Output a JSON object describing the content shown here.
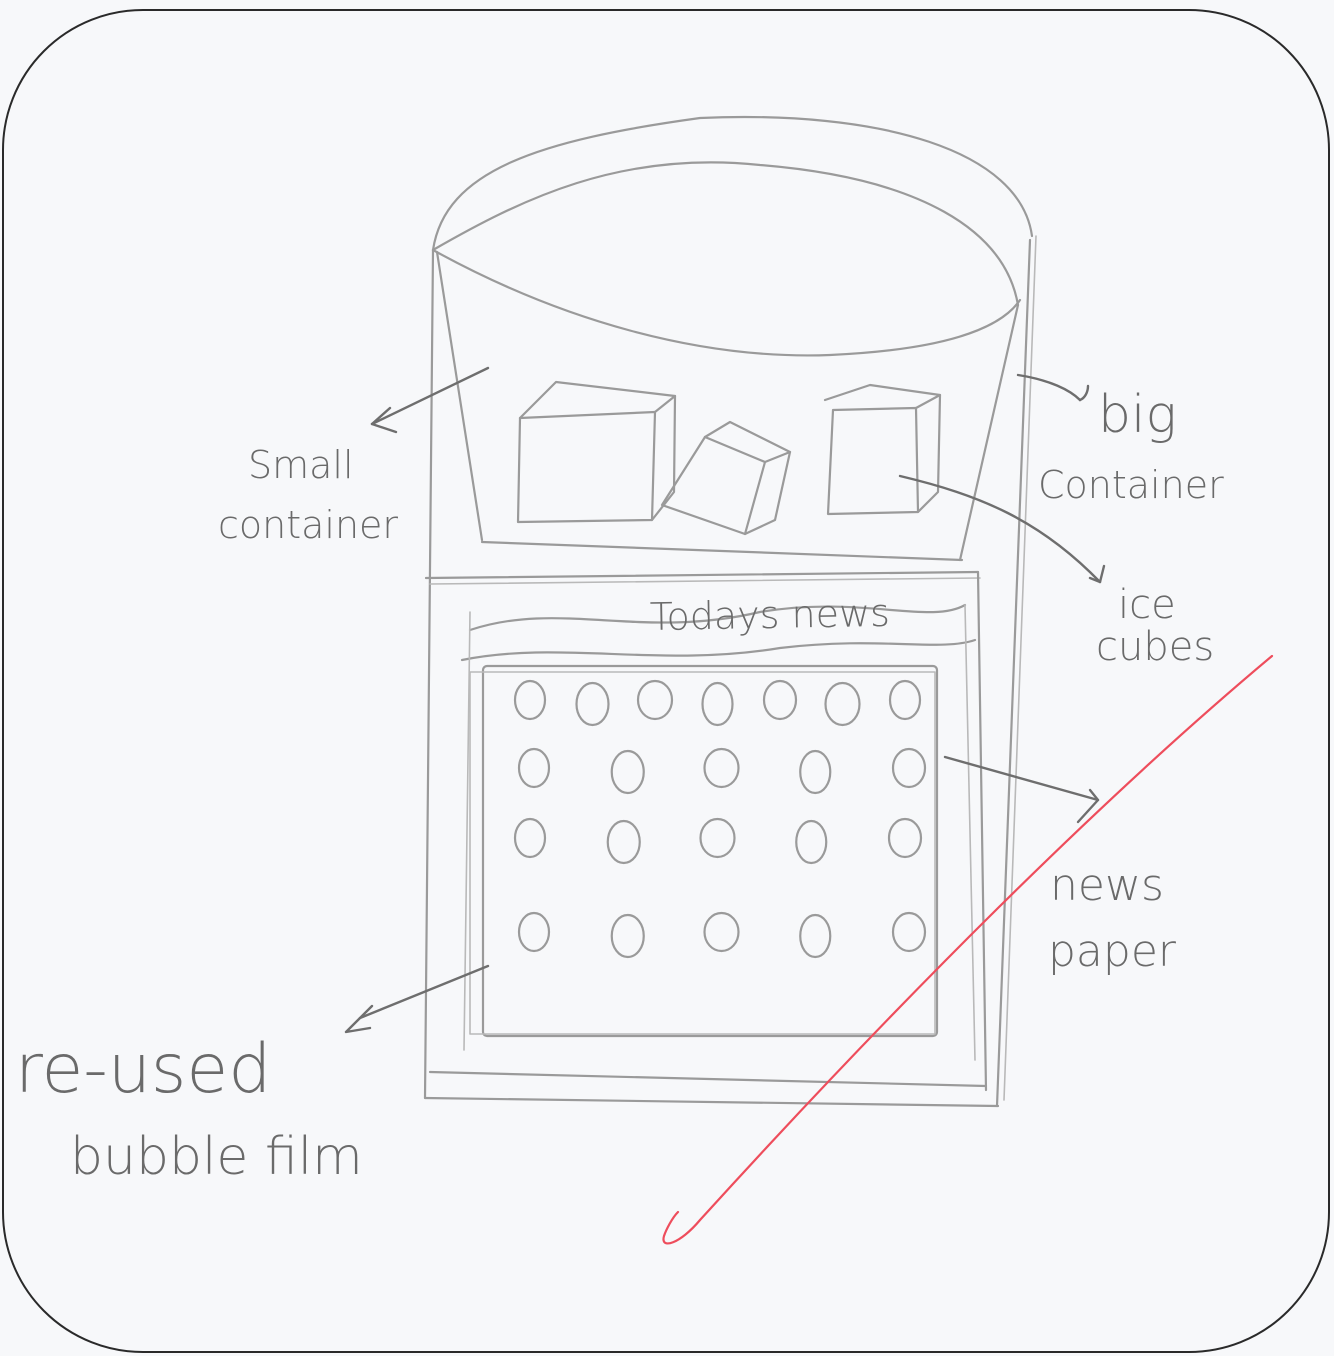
{
  "labels": {
    "small_container_line1": "Small",
    "small_container_line2": "container",
    "big_container_line1": "big",
    "big_container_line2": "Container",
    "ice_cubes_line1": "ice",
    "ice_cubes_line2": "cubes",
    "todays_news": "Todays news",
    "newspaper_line1": "news",
    "newspaper_line2": "paper",
    "reused_line1": "re-used",
    "reused_line2": "bubble film"
  },
  "colors": {
    "pencil": "#9a9a9a",
    "pencil_dark": "#6e6e6e",
    "strike_line": "#ee4d5c",
    "card_background": "#f7f8fa",
    "card_border": "#2a2a2a"
  },
  "bubble_rows": [
    7,
    5,
    5,
    5
  ]
}
